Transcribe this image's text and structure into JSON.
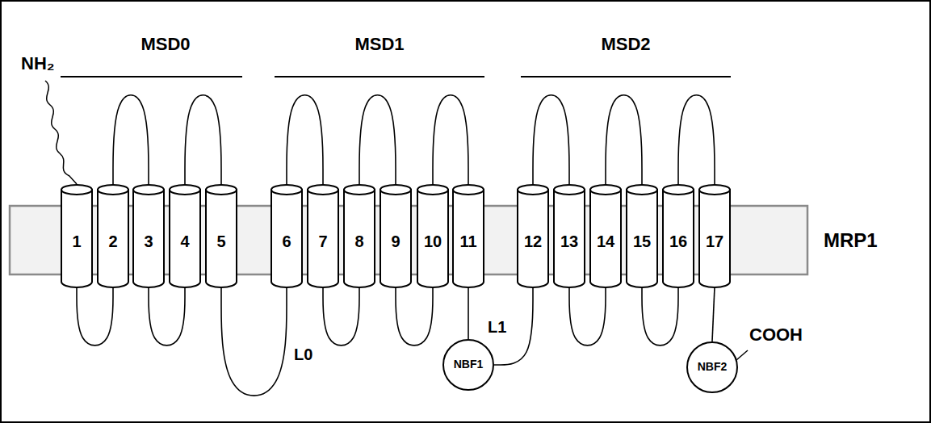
{
  "diagram": {
    "nodes": [
      {
        "text": [
          "1"
        ]
      },
      {
        "text": [
          "2"
        ]
      },
      {
        "text": [
          "3"
        ]
      },
      {
        "text": [
          "4"
        ]
      },
      {
        "text": [
          "5"
        ]
      },
      {
        "text": [
          "6"
        ]
      },
      {
        "text": [
          "7"
        ]
      },
      {
        "text": [
          "8"
        ]
      },
      {
        "text": [
          "9"
        ]
      },
      {
        "text": [
          "10"
        ]
      },
      {
        "text": [
          "11"
        ]
      },
      {
        "text": [
          "12"
        ]
      },
      {
        "text": [
          "13"
        ]
      },
      {
        "text": [
          "14"
        ]
      },
      {
        "text": [
          "15"
        ]
      },
      {
        "text": [
          "16"
        ]
      },
      {
        "text": [
          "17"
        ]
      },
      {
        "text": [
          "NBF1"
        ]
      },
      {
        "text": [
          "NBF2"
        ]
      }
    ],
    "edges": [
      {
        "from": 0,
        "to": 1,
        "arrow": "none"
      },
      {
        "from": 1,
        "to": 2,
        "arrow": "none"
      },
      {
        "from": 2,
        "to": 3,
        "arrow": "none"
      },
      {
        "from": 3,
        "to": 4,
        "arrow": "none"
      },
      {
        "from": 4,
        "to": 5,
        "label": "L0",
        "arrow": "none"
      },
      {
        "from": 5,
        "to": 6,
        "arrow": "none"
      },
      {
        "from": 6,
        "to": 7,
        "arrow": "none"
      },
      {
        "from": 7,
        "to": 8,
        "arrow": "none"
      },
      {
        "from": 8,
        "to": 9,
        "arrow": "none"
      },
      {
        "from": 9,
        "to": 10,
        "arrow": "none"
      },
      {
        "from": 10,
        "to": 17,
        "arrow": "none"
      },
      {
        "from": 17,
        "to": 11,
        "label": "L1",
        "arrow": "none"
      },
      {
        "from": 11,
        "to": 12,
        "arrow": "none"
      },
      {
        "from": 12,
        "to": 13,
        "arrow": "none"
      },
      {
        "from": 13,
        "to": 14,
        "arrow": "none"
      },
      {
        "from": 14,
        "to": 15,
        "arrow": "none"
      },
      {
        "from": 15,
        "to": 16,
        "arrow": "none"
      },
      {
        "from": 16,
        "to": 18,
        "arrow": "none"
      }
    ],
    "labels": [
      "MSD0",
      "MSD1",
      "MSD2",
      "NH₂",
      "COOH",
      "MRP1"
    ]
  }
}
